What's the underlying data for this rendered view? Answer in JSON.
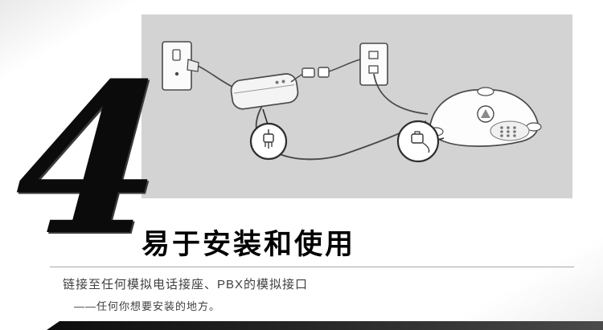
{
  "colors": {
    "panel_bg": "#d3d3d3",
    "heading_text": "#000000",
    "body_text": "#3f3f3f",
    "divider": "#a8a8a8",
    "bottom_bar_dark": "#0d0d0d",
    "bottom_bar_light": "#4a4a4a",
    "line_art_stroke": "#4a4a4a"
  },
  "hero": {
    "numeral": "4",
    "heading": "易于安装和使用"
  },
  "description": {
    "line1": "链接至任何模拟电话接座、PBX的模拟接口",
    "line2": "——任何你想要安装的地方。"
  },
  "diagram": {
    "elements": [
      "wall-power-outlet-icon",
      "power-plug-icon",
      "power-adapter-icon",
      "power-connector-callout-icon",
      "rj11-connector-pair-icon",
      "phone-wall-jack-icon",
      "telephone-cable-icon",
      "conference-phone-icon",
      "phone-connector-callout-icon"
    ]
  }
}
